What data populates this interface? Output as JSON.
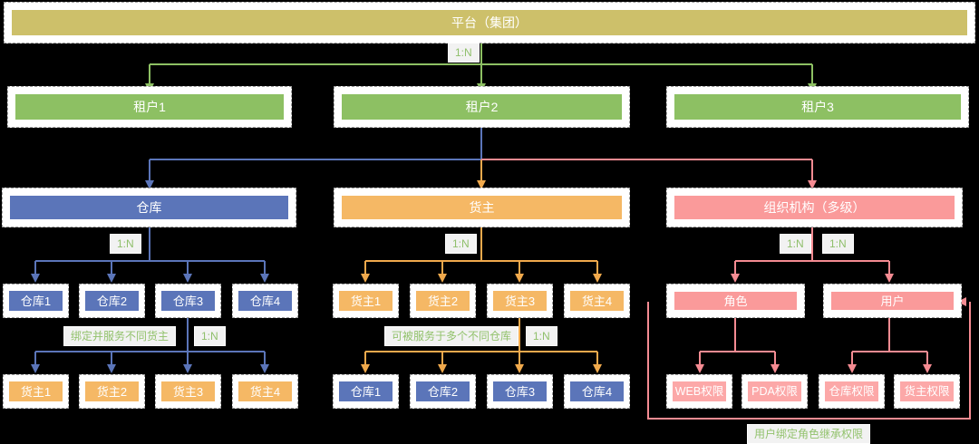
{
  "diagram": {
    "type": "hierarchy-flowchart",
    "background": "#000000",
    "palette": {
      "platform": "#cdc06a",
      "tenant": "#8dc063",
      "warehouse": "#5b75b9",
      "owner": "#f5b865",
      "org": "#fa9a9a",
      "permission": "#fca8a8",
      "label_text": "#8dc063",
      "label_bg": "#f2f2f2"
    },
    "levels": {
      "platform": {
        "label": "平台（集团）"
      },
      "tenants": [
        {
          "label": "租户1"
        },
        {
          "label": "租户2"
        },
        {
          "label": "租户3"
        }
      ],
      "branches": [
        {
          "label": "仓库"
        },
        {
          "label": "货主"
        },
        {
          "label": "组织机构（多级）"
        }
      ],
      "warehouse_children": [
        {
          "label": "仓库1"
        },
        {
          "label": "仓库2"
        },
        {
          "label": "仓库3"
        },
        {
          "label": "仓库4"
        }
      ],
      "owner_children": [
        {
          "label": "货主1"
        },
        {
          "label": "货主2"
        },
        {
          "label": "货主3"
        },
        {
          "label": "货主4"
        }
      ],
      "warehouse_owners": [
        {
          "label": "货主1"
        },
        {
          "label": "货主2"
        },
        {
          "label": "货主3"
        },
        {
          "label": "货主4"
        }
      ],
      "owner_warehouses": [
        {
          "label": "仓库1"
        },
        {
          "label": "仓库2"
        },
        {
          "label": "仓库3"
        },
        {
          "label": "仓库4"
        }
      ],
      "org_children": [
        {
          "label": "角色"
        },
        {
          "label": "用户"
        }
      ],
      "role_permissions": [
        {
          "label": "WEB权限"
        },
        {
          "label": "PDA权限"
        }
      ],
      "user_permissions": [
        {
          "label": "仓库权限"
        },
        {
          "label": "货主权限"
        }
      ]
    },
    "edge_labels": {
      "platform_to_tenant": "1:N",
      "warehouse_to_children": "1:N",
      "owner_to_children": "1:N",
      "org_to_role": "1:N",
      "org_to_user": "1:N",
      "warehouse_bind_owners": "绑定并服务不同货主",
      "warehouse_bind_owners_card": "1:N",
      "owner_served_by_warehouses": "可被服务于多个不同仓库",
      "owner_served_by_warehouses_card": "1:N",
      "user_inherits_role": "用户绑定角色继承权限"
    }
  }
}
